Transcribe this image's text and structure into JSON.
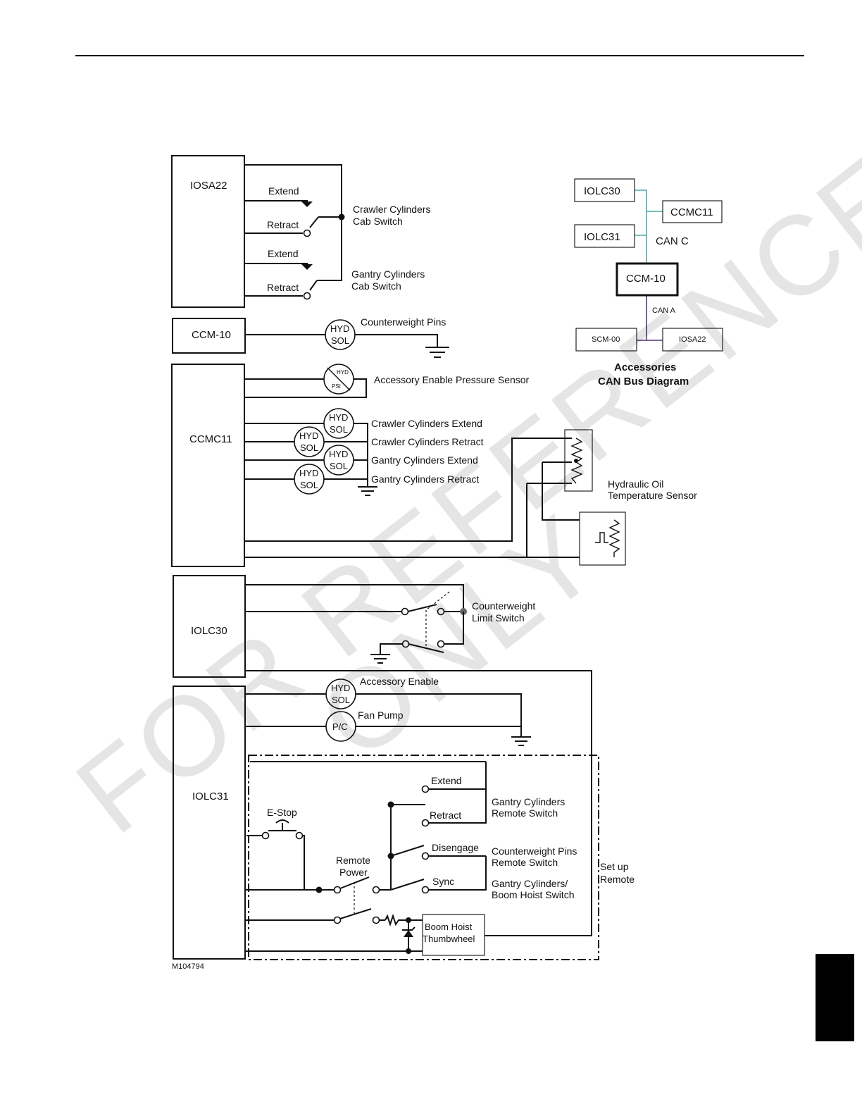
{
  "modules": {
    "iosa22": "IOSA22",
    "ccm10": "CCM-10",
    "ccmc11": "CCMC11",
    "iolc30": "IOLC30",
    "iolc31": "IOLC31"
  },
  "iosa22_section": {
    "crawler_extend": "Extend",
    "crawler_retract": "Retract",
    "crawler_switch_line1": "Crawler Cylinders",
    "crawler_switch_line2": "Cab Switch",
    "gantry_extend": "Extend",
    "gantry_retract": "Retract",
    "gantry_switch_line1": "Gantry Cylinders",
    "gantry_switch_line2": "Cab Switch"
  },
  "ccm10_section": {
    "sol_top": "HYD",
    "sol_bottom": "SOL",
    "label": "Counterweight Pins"
  },
  "ccmc11_section": {
    "sensor_top": "HYD",
    "sensor_bottom": "PSI",
    "sensor_label": "Accessory Enable Pressure Sensor",
    "sol_top": "HYD",
    "sol_bottom": "SOL",
    "crawler_extend": "Crawler Cylinders Extend",
    "crawler_retract": "Crawler Cylinders Retract",
    "gantry_extend": "Gantry Cylinders Extend",
    "gantry_retract": "Gantry Cylinders Retract",
    "temp_sensor_line1": "Hydraulic Oil",
    "temp_sensor_line2": "Temperature Sensor"
  },
  "iolc30_section": {
    "limit_line1": "Counterweight",
    "limit_line2": "Limit Switch"
  },
  "iolc31_section": {
    "sol_top": "HYD",
    "sol_bottom": "SOL",
    "accessory_enable": "Accessory Enable",
    "pc_label": "P/C",
    "fan_pump": "Fan Pump",
    "estop": "E-Stop",
    "remote_power_line1": "Remote",
    "remote_power_line2": "Power",
    "extend": "Extend",
    "retract": "Retract",
    "disengage": "Disengage",
    "sync": "Sync",
    "gantry_remote_line1": "Gantry Cylinders",
    "gantry_remote_line2": "Remote Switch",
    "cw_pins_remote_line1": "Counterweight Pins",
    "cw_pins_remote_line2": "Remote Switch",
    "boom_hoist_switch_line1": "Gantry Cylinders/",
    "boom_hoist_switch_line2": "Boom Hoist Switch",
    "thumbwheel_line1": "Boom Hoist",
    "thumbwheel_line2": "Thumbwheel",
    "setup_remote_line1": "Set up",
    "setup_remote_line2": "Remote"
  },
  "can_diagram": {
    "iolc30": "IOLC30",
    "ccmc11": "CCMC11",
    "iolc31": "IOLC31",
    "can_c": "CAN C",
    "ccm10": "CCM-10",
    "can_a": "CAN A",
    "scm00": "SCM-00",
    "iosa22": "IOSA22",
    "title_line1": "Accessories",
    "title_line2": "CAN Bus Diagram",
    "can_c_color": "#5fb7b5",
    "can_a_color": "#6b4e8a"
  },
  "figure_id": "M104794",
  "watermark": {
    "line1": "FOR REFERENCE",
    "line2": "ONLY"
  }
}
